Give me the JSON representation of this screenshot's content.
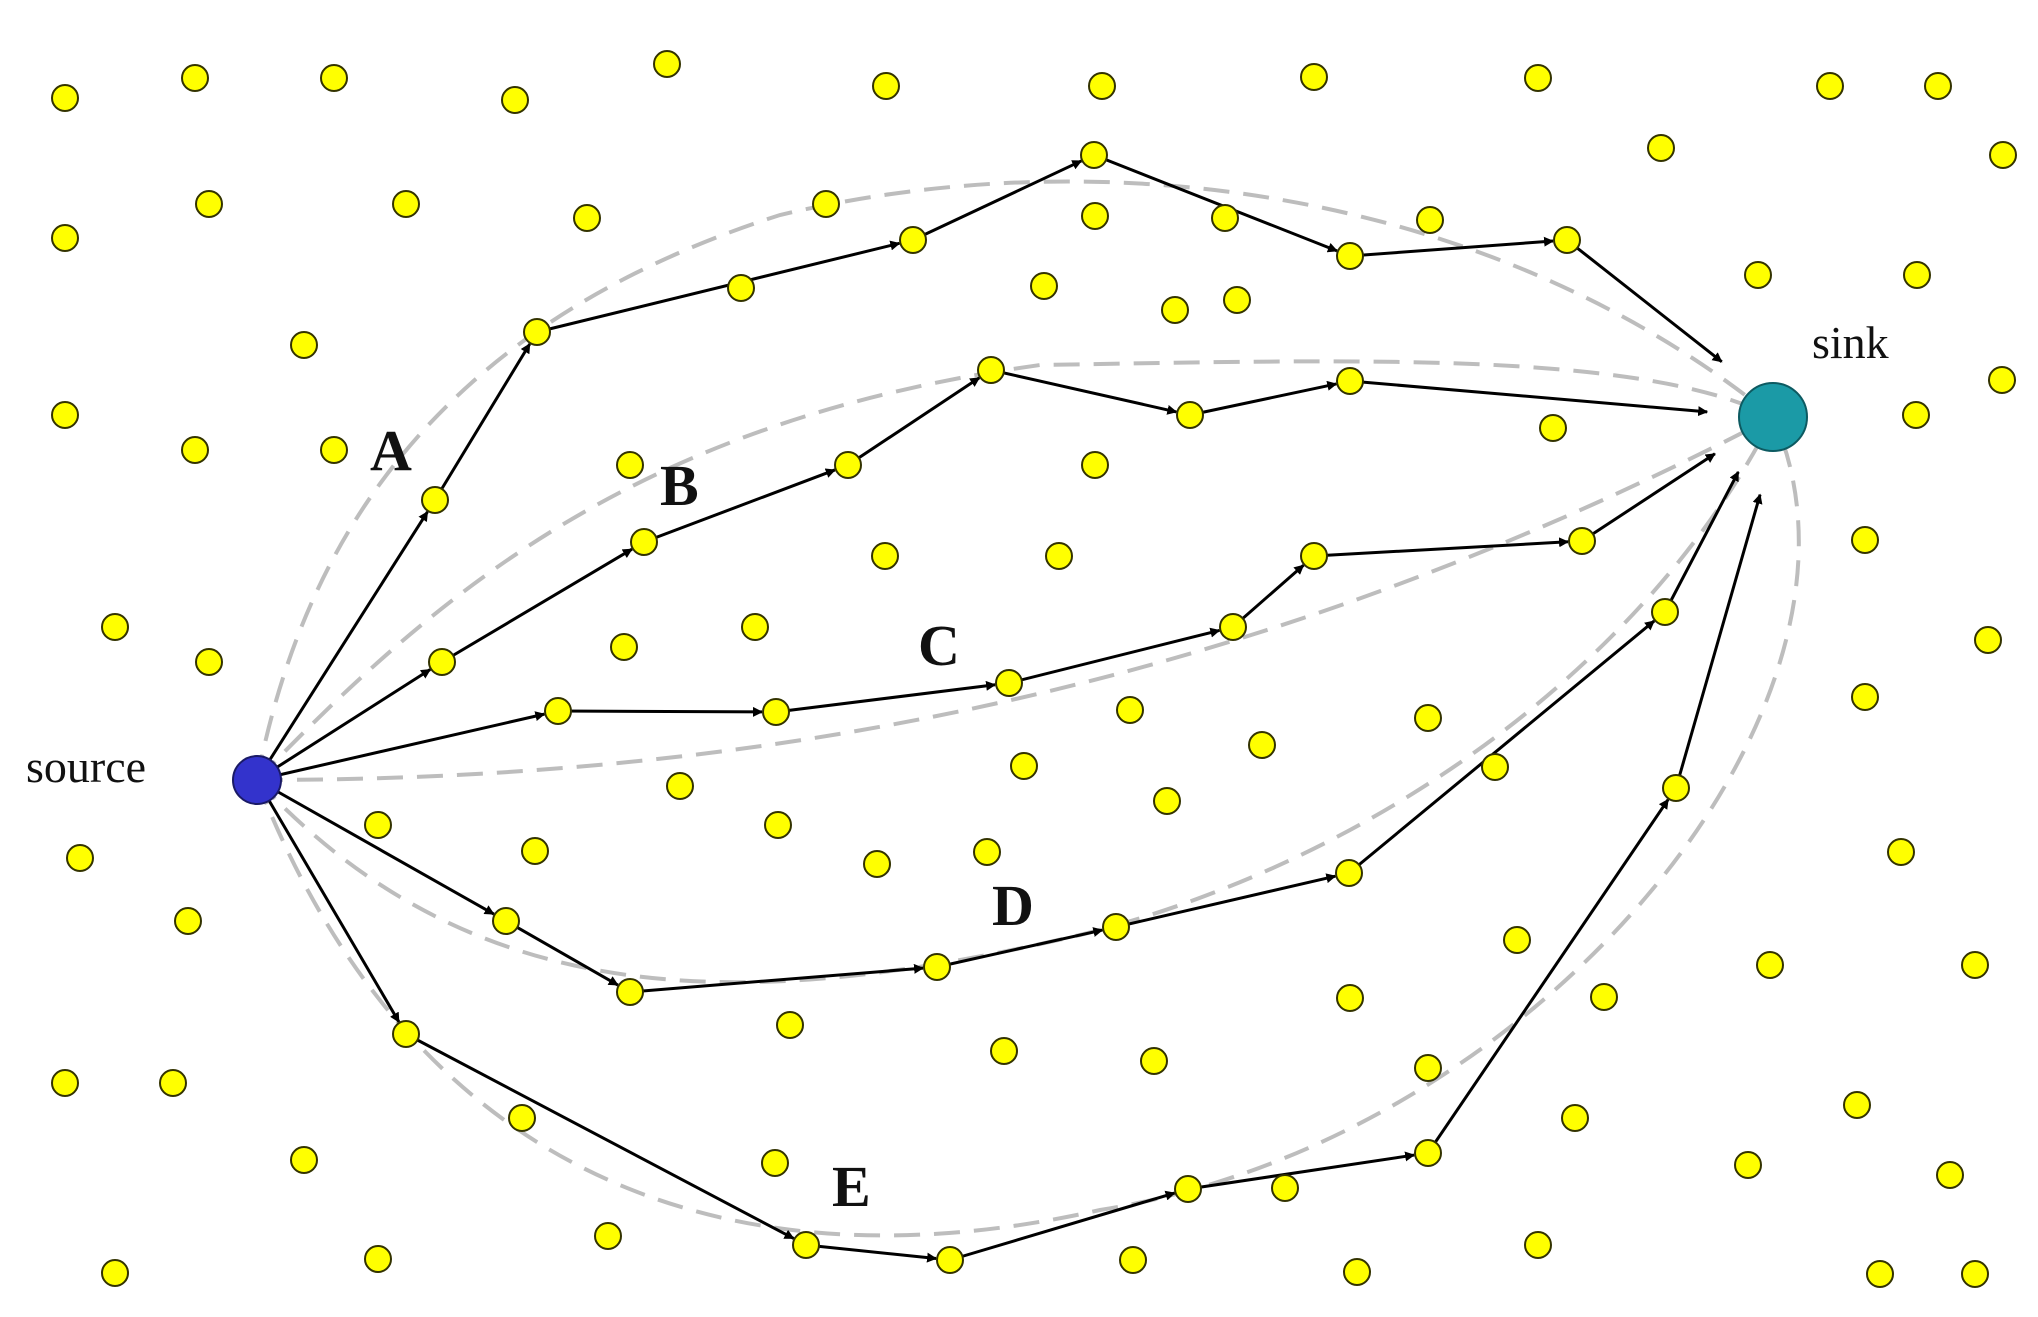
{
  "labels": {
    "source": "source",
    "sink": "sink",
    "paths": [
      "A",
      "B",
      "C",
      "D",
      "E"
    ]
  },
  "colors": {
    "sensor_fill": "#ffff00",
    "sensor_stroke": "#333300",
    "source_fill": "#3333cc",
    "sink_fill": "#1b9aa6",
    "arrow": "#000000",
    "dashed_guide": "#bdbdbd"
  }
}
